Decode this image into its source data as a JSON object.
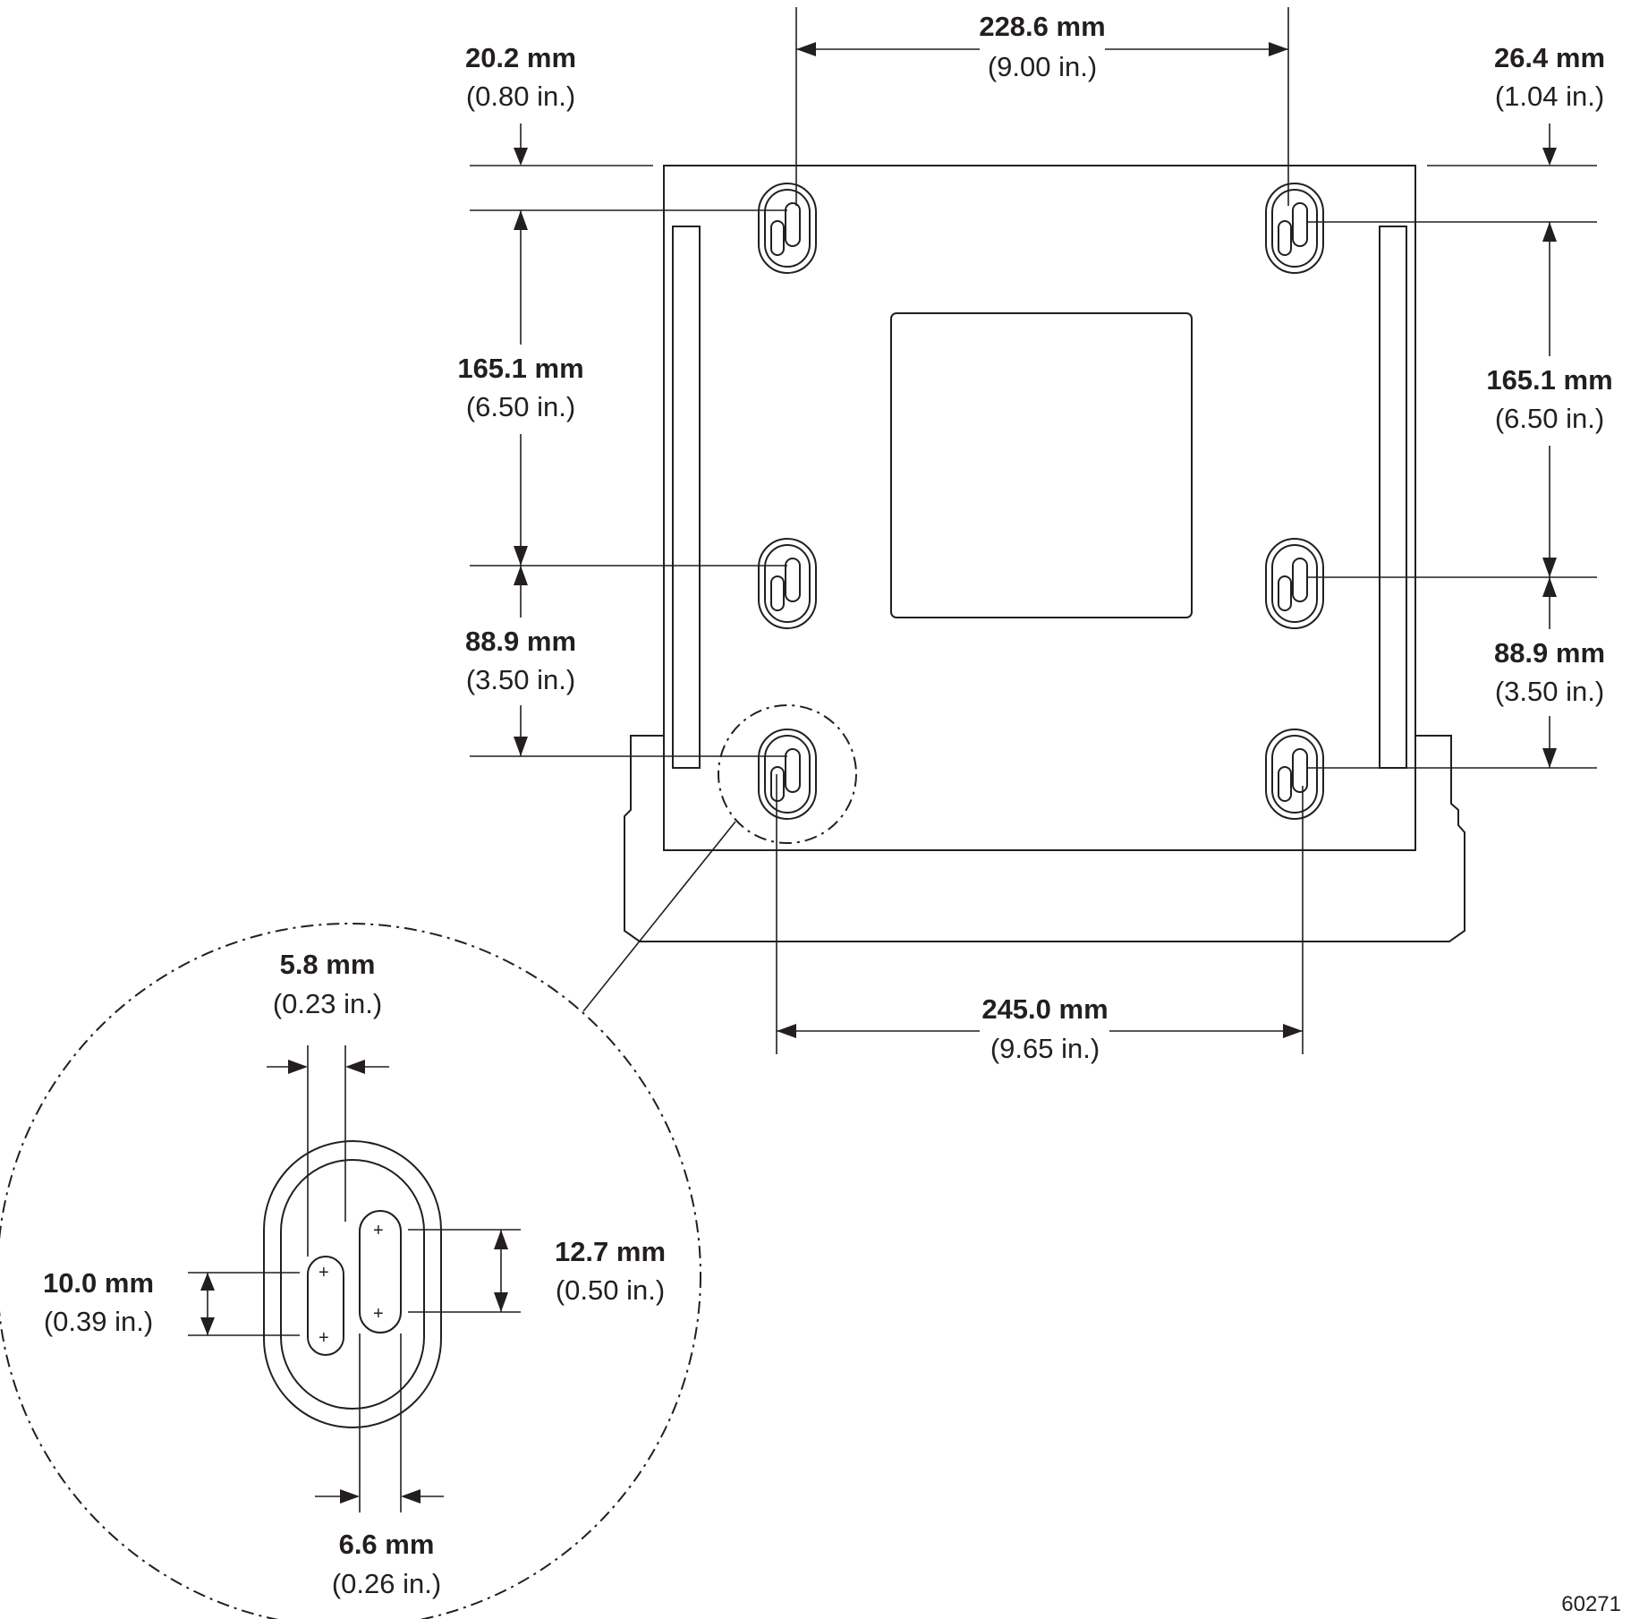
{
  "dimensions": {
    "top_spacing": {
      "mm": "228.6 mm",
      "in": "(9.00 in.)"
    },
    "left_top_offset": {
      "mm": "20.2 mm",
      "in": "(0.80 in.)"
    },
    "right_top_offset": {
      "mm": "26.4 mm",
      "in": "(1.04 in.)"
    },
    "left_upper_vertical": {
      "mm": "165.1 mm",
      "in": "(6.50 in.)"
    },
    "right_upper_vertical": {
      "mm": "165.1 mm",
      "in": "(6.50 in.)"
    },
    "left_lower_vertical": {
      "mm": "88.9 mm",
      "in": "(3.50 in.)"
    },
    "right_lower_vertical": {
      "mm": "88.9 mm",
      "in": "(3.50 in.)"
    },
    "bottom_spacing": {
      "mm": "245.0 mm",
      "in": "(9.65 in.)"
    }
  },
  "detail": {
    "slot_width_a": {
      "mm": "5.8 mm",
      "in": "(0.23 in.)"
    },
    "slot_height_a": {
      "mm": "10.0 mm",
      "in": "(0.39 in.)"
    },
    "slot_height_b": {
      "mm": "12.7 mm",
      "in": "(0.50 in.)"
    },
    "slot_width_b": {
      "mm": "6.6 mm",
      "in": "(0.26 in.)"
    },
    "plus_mark": "+"
  },
  "figure_number": "60271"
}
